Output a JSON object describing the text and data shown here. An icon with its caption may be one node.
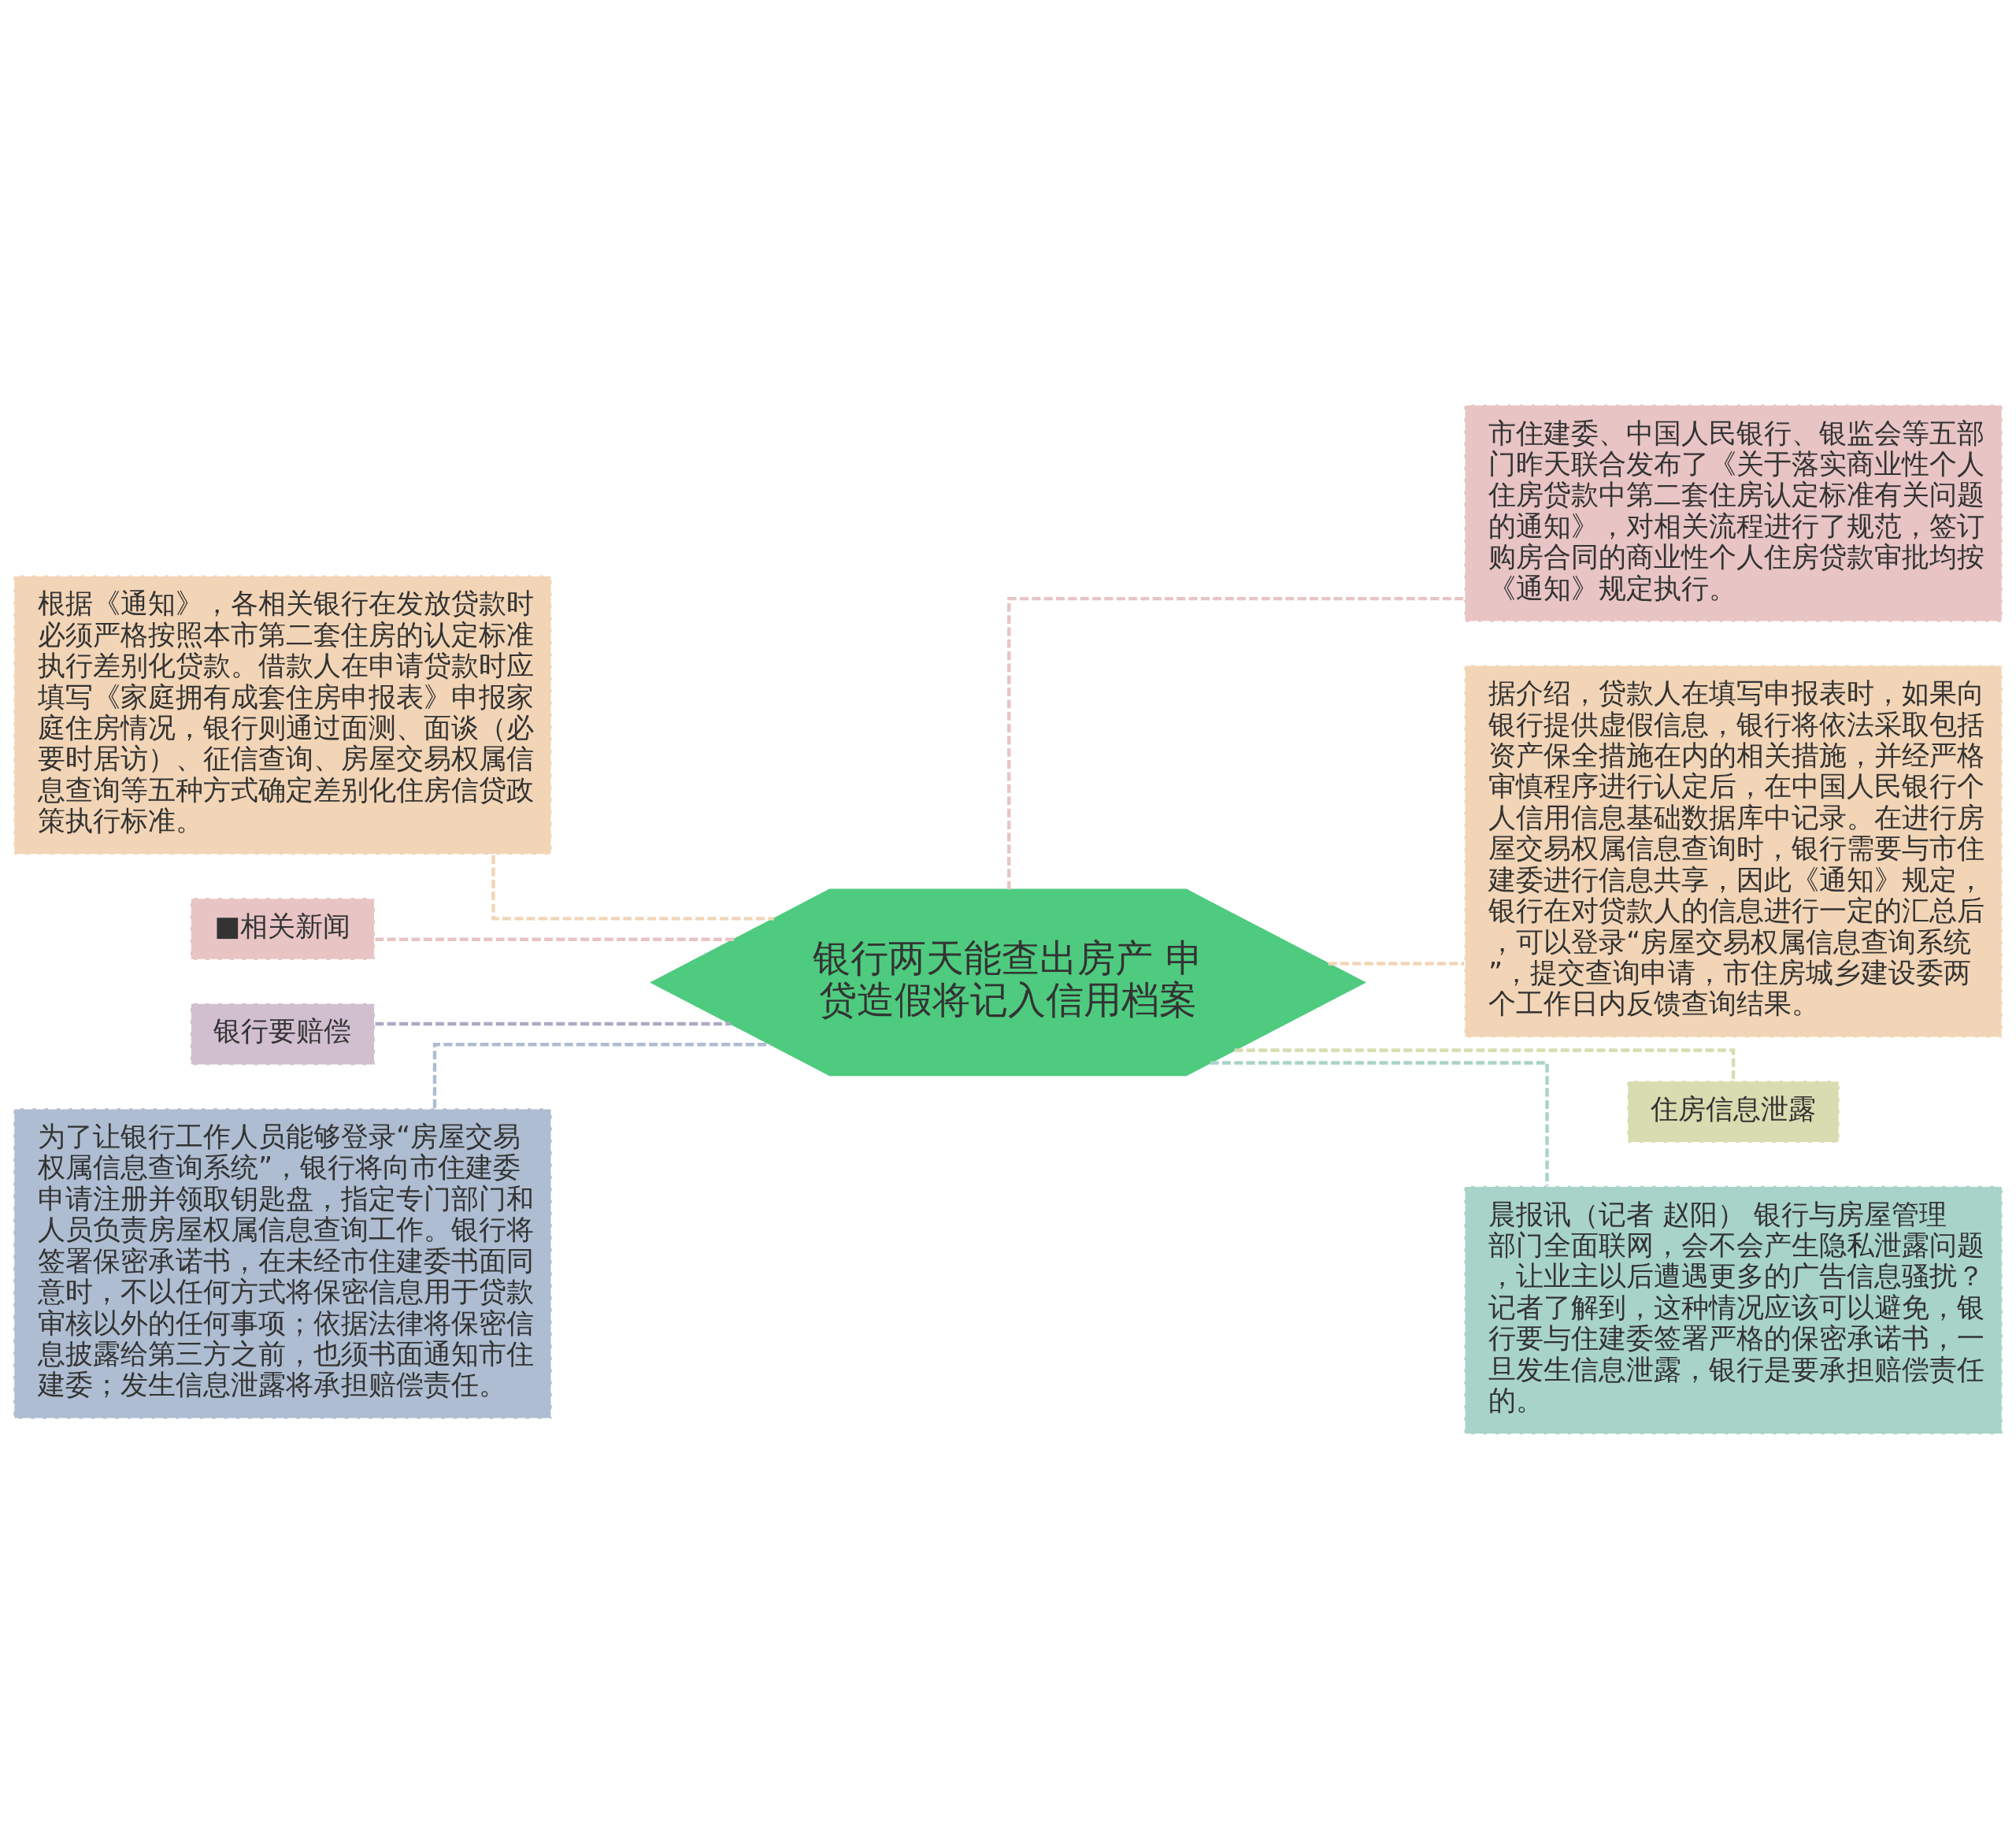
{
  "diagram": {
    "nodes": [
      {
        "text": [
          "银行两天能查出房产 申贷造假将记入信用档案"
        ]
      },
      {
        "text": [
          "根据《通知》，各相关银行在发放贷款时必须严格按照本市第二套住房的认定标准执行差别化贷款。借款人在申请贷款时应填写《家庭拥有成套住房申报表》申报家庭住房情况，银行则通过面测、面谈（必要时居访）、征信查询、房屋交易权属信息查询等五种方式确定差别化住房信贷政策执行标准。"
        ]
      },
      {
        "text": [
          "■相关新闻"
        ]
      },
      {
        "text": [
          "银行要赔偿"
        ]
      },
      {
        "text": [
          "为了让银行工作人员能够登录“房屋交易权属信息查询系统”，银行将向市住建委申请注册并领取钥匙盘，指定专门部门和人员负责房屋权属信息查询工作。银行将签署保密承诺书，在未经市住建委书面同意时，不以任何方式将保密信息用于贷款审核以外的任何事项；依据法律将保密信息披露给第三方之前，也须书面通知市住建委；发生信息泄露将承担赔偿责任。"
        ]
      },
      {
        "text": [
          "市住建委、中国人民银行、银监会等五部门昨天联合发布了《关于落实商业性个人住房贷款中第二套住房认定标准有关问题的通知》，对相关流程进行了规范，签订购房合同的商业性个人住房贷款审批均按《通知》规定执行。"
        ]
      },
      {
        "text": [
          "据介绍，贷款人在填写申报表时，如果向银行提供虚假信息，银行将依法采取包括资产保全措施在内的相关措施，并经严格审慎程序进行认定后，在中国人民银行个人信用信息基础数据库中记录。在进行房屋交易权属信息查询时，银行需要与市住建委进行信息共享，因此《通知》规定，银行在对贷款人的信息进行一定的汇总后，可以登录“房屋交易权属信息查询系统”，提交查询申请，市住房城乡建设委两个工作日内反馈查询结果。"
        ]
      },
      {
        "text": [
          "住房信息泄露"
        ]
      },
      {
        "text": [
          "晨报讯（记者 赵阳） 银行与房屋管理部门全面联网，会不会产生隐私泄露问题，让业主以后遭遇更多的广告信息骚扰？记者了解到，这种情况应该可以避免，银行要与住建委签署严格的保密承诺书，一旦发生信息泄露，银行是要承担赔偿责任的。"
        ]
      }
    ],
    "edges": [
      {
        "from": 1,
        "to": 0,
        "arrow": "none",
        "style": "dashed",
        "color": "#f2d5b6"
      },
      {
        "from": 2,
        "to": 0,
        "arrow": "none",
        "style": "dashed",
        "color": "#e8c4c4"
      },
      {
        "from": 3,
        "to": 0,
        "arrow": "none",
        "style": "dashed",
        "color": "#b0a8c4"
      },
      {
        "from": 4,
        "to": 0,
        "arrow": "none",
        "style": "dashed",
        "color": "#aebdd1"
      },
      {
        "from": 0,
        "to": 5,
        "arrow": "none",
        "style": "dashed",
        "color": "#e8c4c4"
      },
      {
        "from": 0,
        "to": 6,
        "arrow": "none",
        "style": "dashed",
        "color": "#f2d5b6"
      },
      {
        "from": 0,
        "to": 7,
        "arrow": "none",
        "style": "dashed",
        "color": "#d8dcb0"
      },
      {
        "from": 0,
        "to": 8,
        "arrow": "none",
        "style": "dashed",
        "color": "#a8d3c9"
      }
    ]
  }
}
